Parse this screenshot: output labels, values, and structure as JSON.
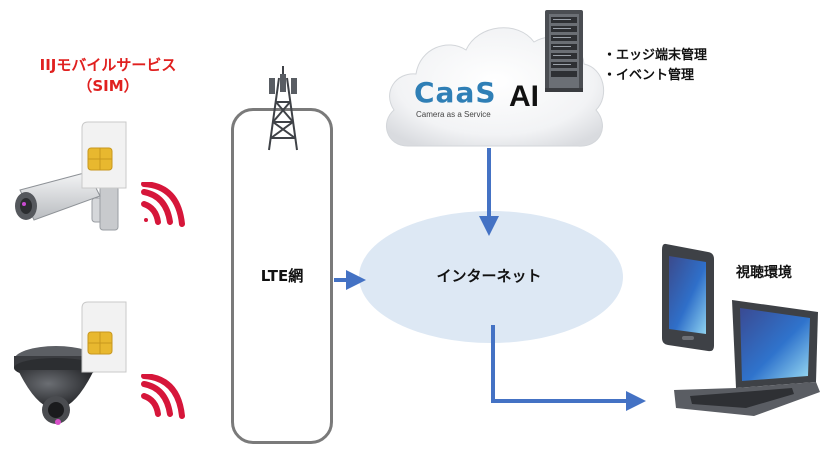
{
  "sim_service": {
    "line1": "IIJモバイルサービス",
    "line2": "（SIM）"
  },
  "lte": {
    "label": "LTE網"
  },
  "cloud": {
    "logo": {
      "word": "CaaS",
      "subtitle": "Camera as a Service",
      "suffix": "AI"
    },
    "features": [
      "・エッジ端末管理",
      "・イベント管理"
    ]
  },
  "internet": {
    "label": "インターネット"
  },
  "viewing": {
    "label": "視聴環境"
  },
  "colors": {
    "title_red": "#e0201f",
    "arrow_blue": "#4472c4",
    "ellipse_fill": "#dde8f4",
    "signal_red": "#d6163a",
    "caas_blue": "#2f7fb6"
  }
}
